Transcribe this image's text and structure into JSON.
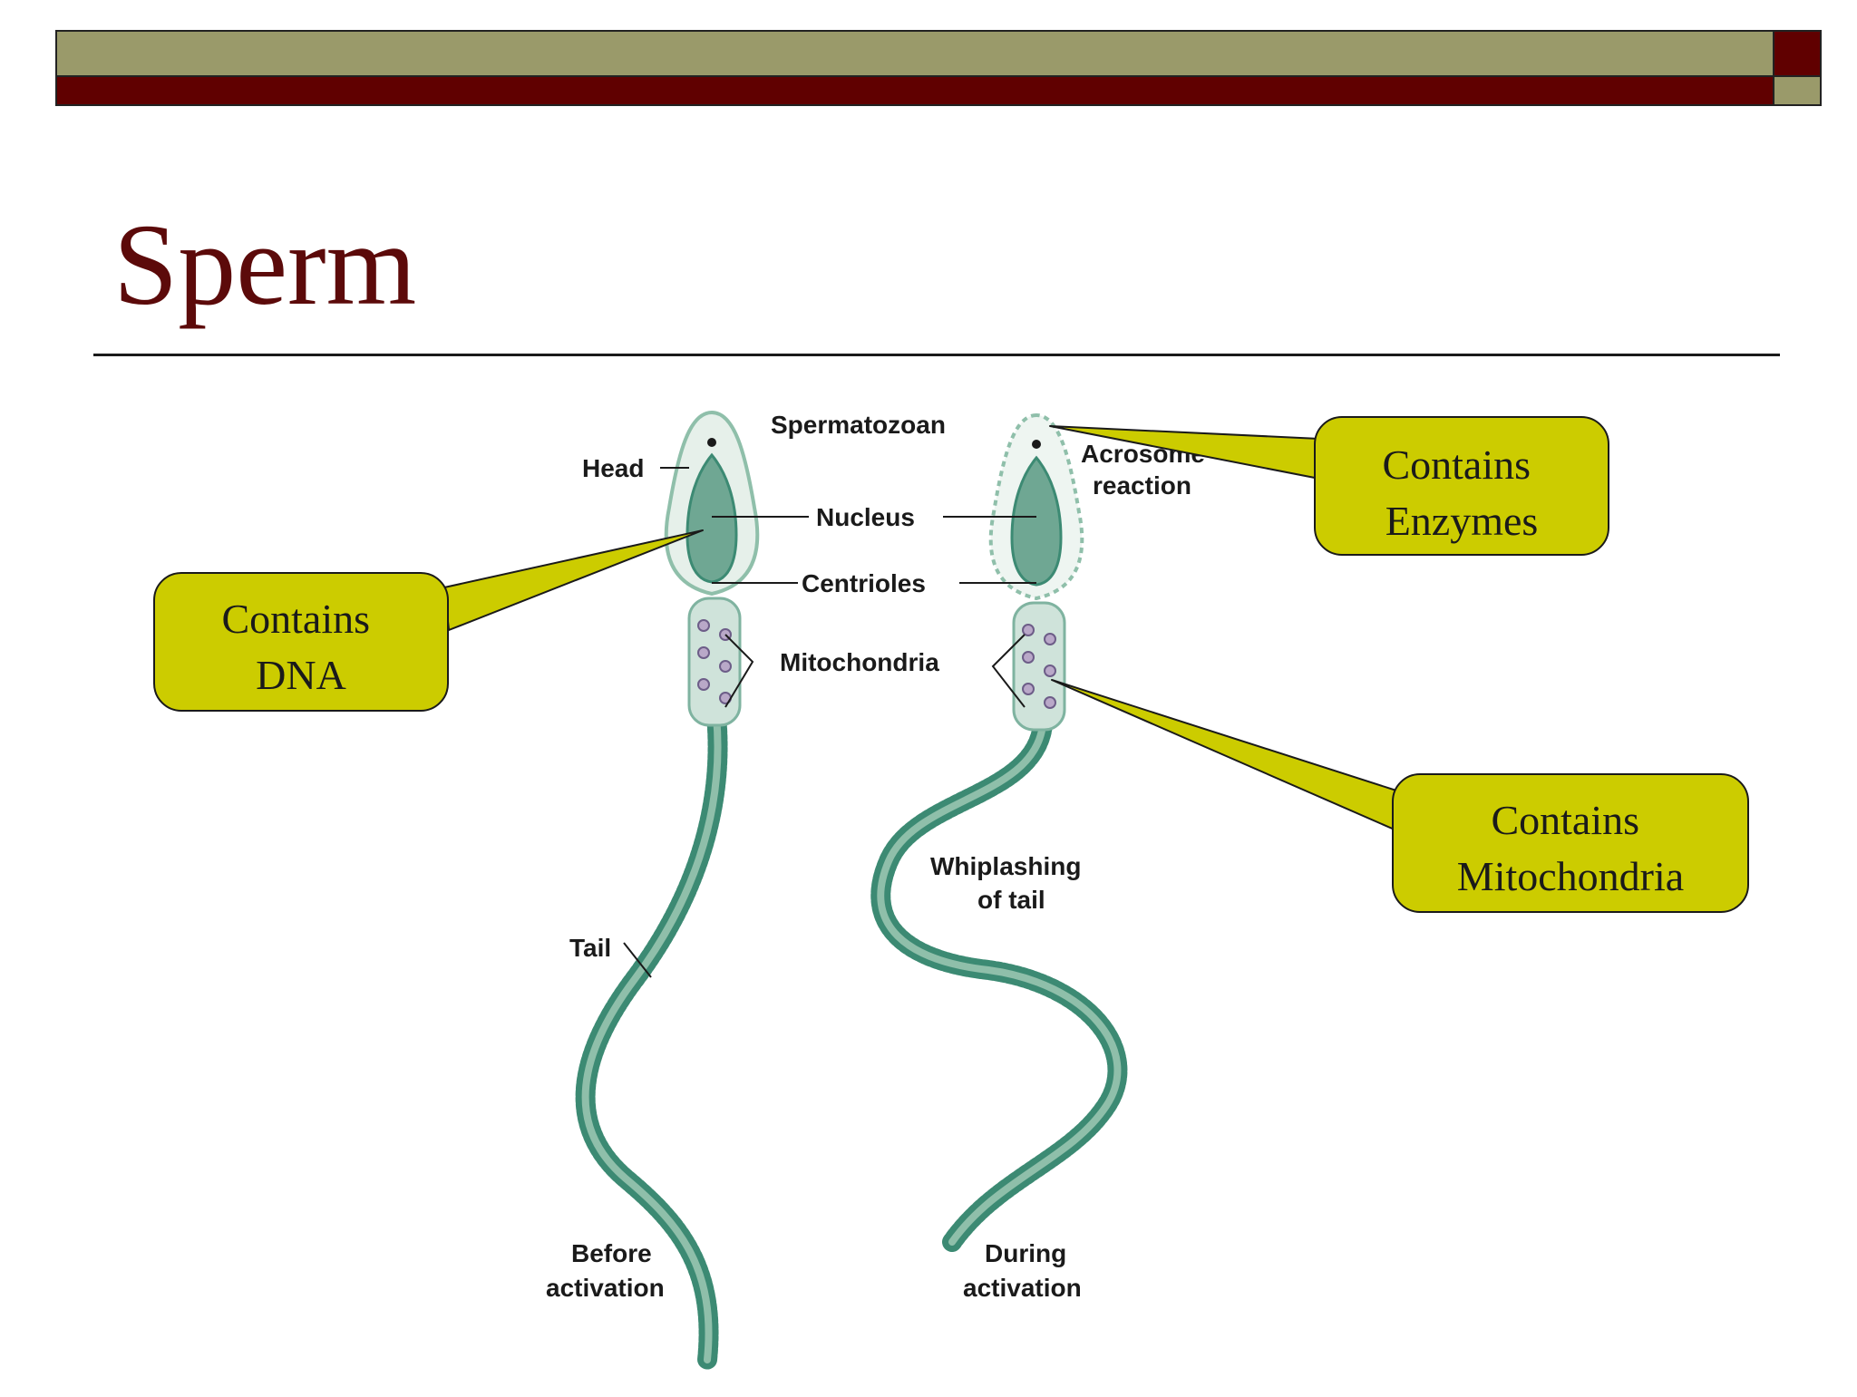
{
  "slide": {
    "title": "Sperm",
    "colors": {
      "olive_bar": "#9a9a6a",
      "maroon_bar": "#600000",
      "title_text": "#5c0a0a",
      "callout_fill": "#cccc00",
      "sperm_fill": "#8fbfaa",
      "sperm_dark": "#3c8a73"
    }
  },
  "diagram": {
    "labels": {
      "spermatozoan": "Spermatozoan",
      "head": "Head",
      "nucleus": "Nucleus",
      "centrioles": "Centrioles",
      "mitochondria": "Mitochondria",
      "tail": "Tail",
      "acrosome_line1": "Acrosome",
      "acrosome_line2": "reaction",
      "whiplash_line1": "Whiplashing",
      "whiplash_line2": "of tail",
      "before_line1": "Before",
      "before_line2": "activation",
      "during_line1": "During",
      "during_line2": "activation"
    }
  },
  "callouts": {
    "dna": {
      "line1": "Contains",
      "line2": "DNA"
    },
    "enzymes": {
      "line1": "Contains",
      "line2": "Enzymes"
    },
    "mito": {
      "line1": "Contains",
      "line2": "Mitochondria"
    }
  }
}
